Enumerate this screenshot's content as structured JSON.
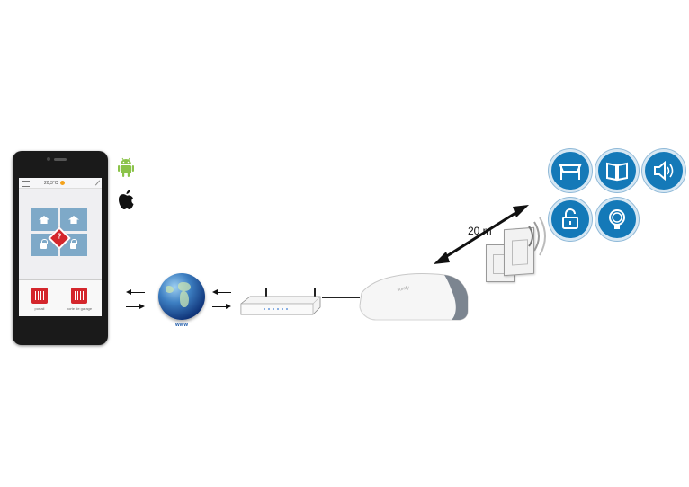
{
  "nodes": {
    "phone": {
      "temperature": "20,3°C",
      "buttons": [
        "portail",
        "porte de garage"
      ]
    },
    "globe_label": "www",
    "distance_label": "20 m"
  },
  "colors": {
    "accent_blue": "#1479b8",
    "alert_red": "#d4262c",
    "android_green": "#8bc34a",
    "status_orange": "#f4a21c"
  },
  "icons": [
    "android-icon",
    "apple-icon",
    "globe-icon",
    "router-icon",
    "hub-icon",
    "awning-icon",
    "shutter-icon",
    "speaker-icon",
    "lock-icon",
    "bulb-icon"
  ]
}
